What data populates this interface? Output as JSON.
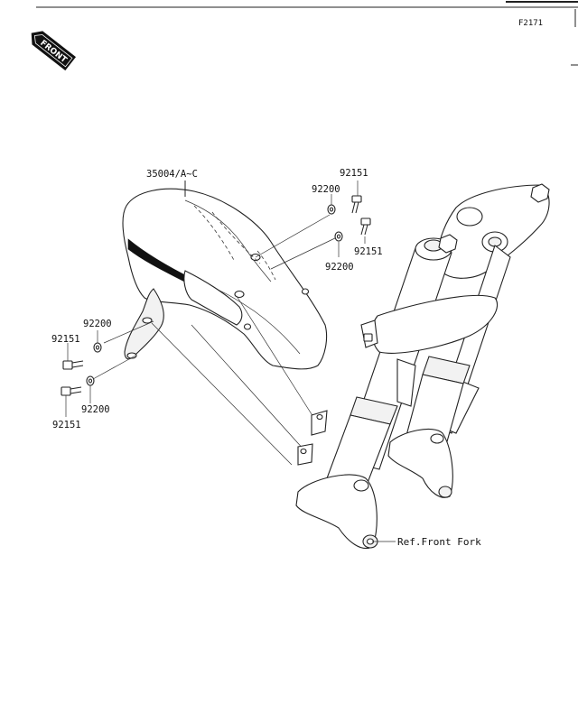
{
  "figure_id": "F2171",
  "front_label": "FRONT",
  "callouts": {
    "fender": "35004/A~C",
    "bolt_top_right_1": "92151",
    "washer_top_right_1": "92200",
    "bolt_top_right_2": "92151",
    "washer_top_right_2": "92200",
    "washer_left_1": "92200",
    "bolt_left_1": "92151",
    "washer_left_2": "92200",
    "bolt_left_2": "92151",
    "front_fork_ref": "Ref.Front Fork"
  }
}
